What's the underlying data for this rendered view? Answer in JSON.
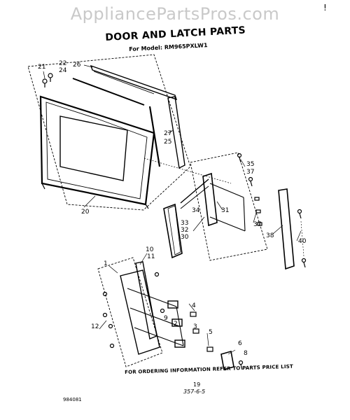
{
  "watermark": "AppliancePartsPros.com",
  "corner_mark": "!",
  "title": "DOOR AND LATCH PARTS",
  "subtitle": "For Model: RM965PXLW1",
  "footnote": "FOR ORDERING INFORMATION REFER TO PARTS PRICE LIST",
  "page_number": "19",
  "revision_code": "357-6-5",
  "doc_number": "984081",
  "callouts": {
    "c21": "21",
    "c22": "22",
    "c24": "24",
    "c26": "26",
    "c27": "27",
    "c25": "25",
    "c20": "20",
    "c35": "35",
    "c37a": "37",
    "c31": "31",
    "c34": "34",
    "c33": "33",
    "c32": "32",
    "c30": "30",
    "c37b": "37",
    "c38": "38",
    "c40": "40",
    "c10": "10",
    "c11": "11",
    "c1": "1",
    "c9": "9",
    "c2": "2",
    "c4": "4",
    "c12": "12",
    "c3": "3",
    "c5": "5",
    "c6": "6",
    "c8": "8"
  }
}
